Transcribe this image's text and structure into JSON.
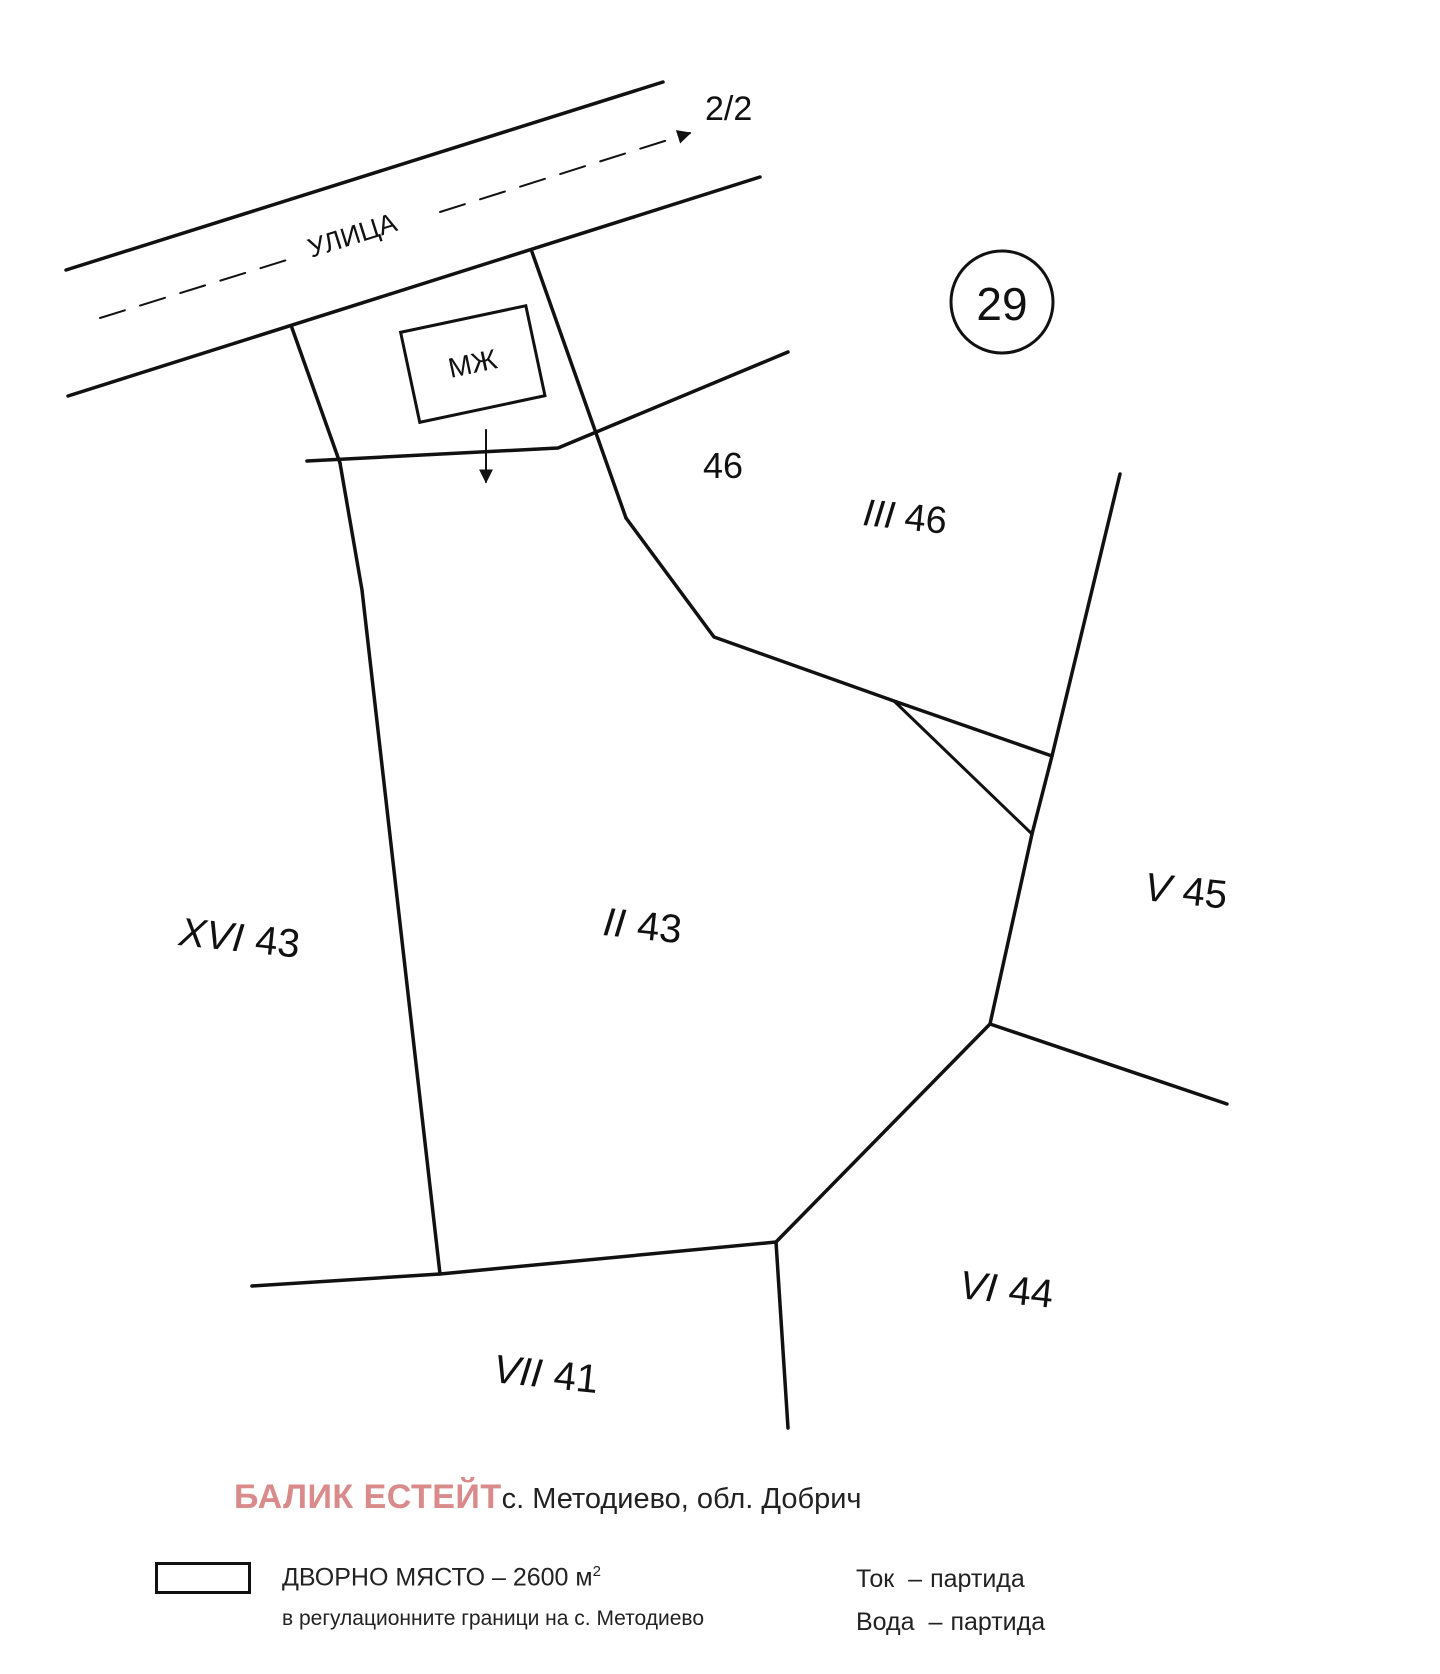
{
  "street": {
    "label": "УЛИЦА",
    "ref": "2/2"
  },
  "quarter": {
    "number": "29"
  },
  "building": {
    "label": "МЖ"
  },
  "plots": {
    "p46": "46",
    "iii46": {
      "roman": "III",
      "num": "46"
    },
    "ii43": {
      "roman": "II",
      "num": "43"
    },
    "xvi43": {
      "roman": "XVI",
      "num": "43"
    },
    "v45": {
      "roman": "V",
      "num": "45"
    },
    "vi44": {
      "roman": "VI",
      "num": "44"
    },
    "vii41": {
      "roman": "VII",
      "num": "41"
    }
  },
  "caption": {
    "brand": "БАЛИК ЕСТЕЙТ",
    "location": "с. Методиево, обл. Добрич",
    "brand_color": "#d98a8a"
  },
  "legend": {
    "title": "ДВОРНО МЯСТО – 2600 м",
    "title_sup": "2",
    "subtitle": "в регулационните граници на с. Методиево"
  },
  "utilities": [
    {
      "name": "Ток",
      "value": "партида"
    },
    {
      "name": "Вода",
      "value": "партида"
    }
  ]
}
